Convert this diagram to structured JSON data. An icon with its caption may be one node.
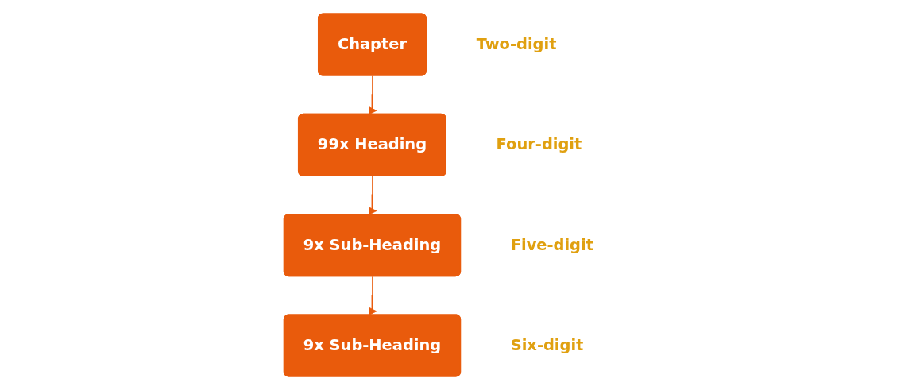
{
  "diagram": {
    "nodes": [
      {
        "text": [
          "Chapter"
        ],
        "beside": [
          "Two-digit"
        ]
      },
      {
        "text": [
          "99x Heading"
        ],
        "beside": [
          "Four-digit"
        ]
      },
      {
        "text": [
          "9x Sub-Heading"
        ],
        "beside": [
          "Five-digit"
        ]
      },
      {
        "text": [
          "9x Sub-Heading"
        ],
        "beside": [
          "Six-digit"
        ]
      }
    ],
    "edges": [
      {
        "from": 0,
        "to": 1,
        "arrow": "to"
      },
      {
        "from": 1,
        "to": 2,
        "arrow": "to"
      },
      {
        "from": 2,
        "to": 3,
        "arrow": "to"
      }
    ]
  }
}
